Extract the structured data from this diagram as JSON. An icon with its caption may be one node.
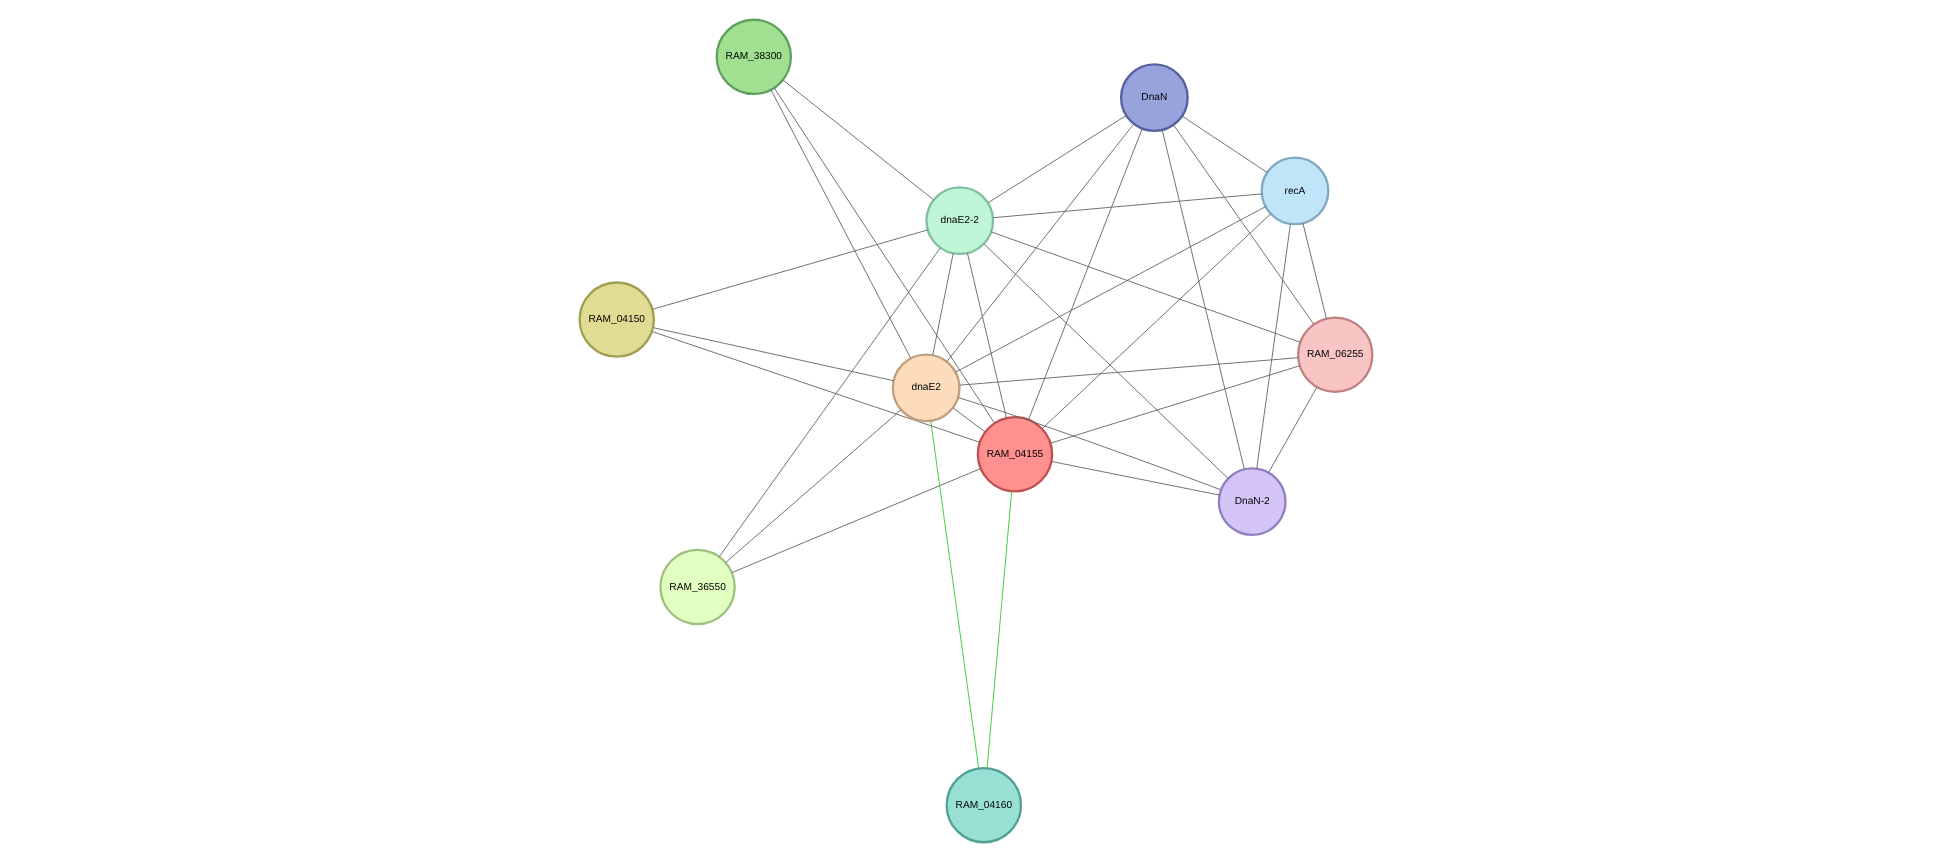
{
  "diagram": {
    "nodes": [
      {
        "text": [
          "RAM_04150"
        ]
      },
      {
        "text": [
          "RAM_38300"
        ]
      },
      {
        "text": [
          "RAM_36550"
        ]
      },
      {
        "text": [
          "dnaE2-2"
        ]
      },
      {
        "text": [
          "recA"
        ]
      },
      {
        "text": [
          "RAM_04155"
        ]
      },
      {
        "text": [
          "dnaE2"
        ]
      },
      {
        "text": [
          "RAM_06255"
        ]
      },
      {
        "text": [
          "DnaN"
        ]
      },
      {
        "text": [
          "RAM_04160"
        ]
      },
      {
        "text": [
          "DnaN-2"
        ]
      }
    ],
    "edges": [
      {
        "from": 0,
        "to": 3,
        "arrow": "none"
      },
      {
        "from": 0,
        "to": 5,
        "arrow": "none"
      },
      {
        "from": 0,
        "to": 6,
        "arrow": "none"
      },
      {
        "from": 1,
        "to": 3,
        "arrow": "none"
      },
      {
        "from": 1,
        "to": 5,
        "arrow": "none"
      },
      {
        "from": 1,
        "to": 6,
        "arrow": "none"
      },
      {
        "from": 2,
        "to": 3,
        "arrow": "none"
      },
      {
        "from": 2,
        "to": 5,
        "arrow": "none"
      },
      {
        "from": 2,
        "to": 6,
        "arrow": "none"
      },
      {
        "from": 3,
        "to": 4,
        "arrow": "none"
      },
      {
        "from": 3,
        "to": 5,
        "arrow": "none"
      },
      {
        "from": 3,
        "to": 6,
        "arrow": "none"
      },
      {
        "from": 3,
        "to": 7,
        "arrow": "none"
      },
      {
        "from": 3,
        "to": 8,
        "arrow": "none"
      },
      {
        "from": 3,
        "to": 10,
        "arrow": "none"
      },
      {
        "from": 4,
        "to": 5,
        "arrow": "none"
      },
      {
        "from": 4,
        "to": 6,
        "arrow": "none"
      },
      {
        "from": 4,
        "to": 7,
        "arrow": "none"
      },
      {
        "from": 4,
        "to": 8,
        "arrow": "none"
      },
      {
        "from": 4,
        "to": 10,
        "arrow": "none"
      },
      {
        "from": 5,
        "to": 6,
        "arrow": "none"
      },
      {
        "from": 5,
        "to": 7,
        "arrow": "none"
      },
      {
        "from": 5,
        "to": 8,
        "arrow": "none"
      },
      {
        "from": 5,
        "to": 10,
        "arrow": "none"
      },
      {
        "from": 5,
        "to": 9,
        "arrow": "none",
        "color": "#33cc33"
      },
      {
        "from": 6,
        "to": 7,
        "arrow": "none"
      },
      {
        "from": 6,
        "to": 8,
        "arrow": "none"
      },
      {
        "from": 6,
        "to": 10,
        "arrow": "none"
      },
      {
        "from": 6,
        "to": 9,
        "arrow": "none",
        "color": "#33cc33"
      },
      {
        "from": 7,
        "to": 8,
        "arrow": "none"
      },
      {
        "from": 7,
        "to": 10,
        "arrow": "none"
      },
      {
        "from": 8,
        "to": 10,
        "arrow": "none"
      }
    ]
  }
}
